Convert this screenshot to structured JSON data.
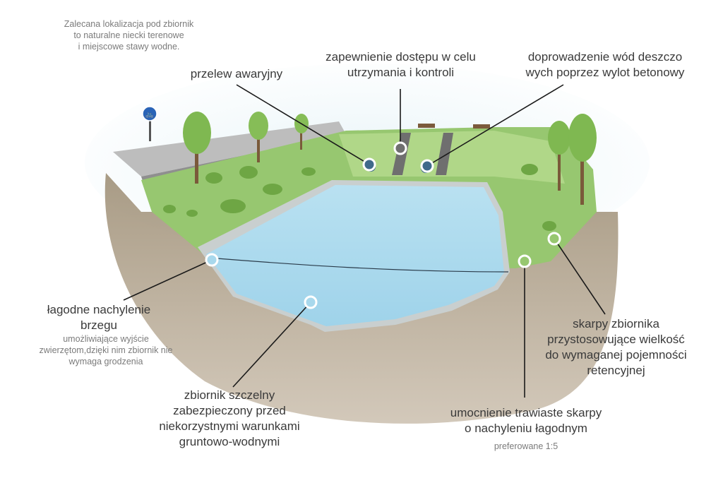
{
  "intro_note": {
    "line1": "Zalecana lokalizacja pod zbiornik",
    "line2": "to naturalne niecki terenowe",
    "line3": "i miejscowe stawy wodne."
  },
  "labels": {
    "overflow": {
      "line1": "przelew awaryjny"
    },
    "access": {
      "line1": "zapewnienie dostępu w celu",
      "line2": "utrzymania i kontroli"
    },
    "inlet": {
      "line1": "doprowadzenie wód deszczo",
      "line2": "wych poprzez wylot betonowy"
    },
    "gentle_bank": {
      "line1": "łagodne nachylenie",
      "line2": "brzegu",
      "sub1": "umożliwiające wyjście",
      "sub2": "zwierzętom,dzięki nim zbiornik nie",
      "sub3": "wymaga grodzenia"
    },
    "sealed_tank": {
      "line1": "zbiornik szczelny",
      "line2": "zabezpieczony przed",
      "line3": "niekorzystnymi warunkami",
      "line4": "gruntowo-wodnymi"
    },
    "slopes": {
      "line1": "skarpy zbiornika",
      "line2": "przystosowujące wielkość",
      "line3": "do wymaganej pojemności",
      "line4": "retencyjnej"
    },
    "grass_reinforcement": {
      "line1": "umocnienie trawiaste skarpy",
      "line2": "o nachyleniu łagodnym",
      "sub1": "preferowane 1:5"
    }
  },
  "colors": {
    "water": "#a8d8ec",
    "water_deep": "#8ccbe6",
    "grass": "#8fc26a",
    "grass_light": "#b3d98c",
    "soil": "#8a7a63",
    "road": "#b7b7b7",
    "leader": "#1a1a1a",
    "sky": "#d7ebf3"
  },
  "icons": {
    "road_sign": "bicycle-icon"
  }
}
